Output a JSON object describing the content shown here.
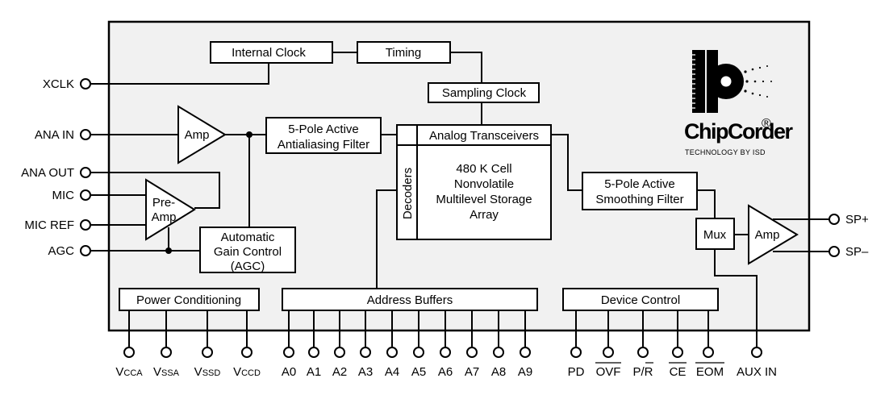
{
  "blocks": {
    "internal_clock": "Internal Clock",
    "timing": "Timing",
    "sampling_clock": "Sampling Clock",
    "antialias": [
      "5-Pole Active",
      "Antialiasing Filter"
    ],
    "analog_transceivers": "Analog Transceivers",
    "decoders": "Decoders",
    "storage_array": [
      "480 K Cell",
      "Nonvolatile",
      "Multilevel Storage",
      "Array"
    ],
    "smoothing": [
      "5-Pole Active",
      "Smoothing Filter"
    ],
    "agc": [
      "Automatic",
      "Gain Control",
      "(AGC)"
    ],
    "power": "Power Conditioning",
    "address": "Address Buffers",
    "device_control": "Device Control",
    "mux": "Mux",
    "amp_in": "Amp",
    "amp_out": "Amp",
    "preamp": [
      "Pre-",
      "Amp"
    ]
  },
  "pins_left": [
    "XCLK",
    "ANA IN",
    "ANA OUT",
    "MIC",
    "MIC REF",
    "AGC"
  ],
  "pins_right": [
    "SP+",
    "SP–"
  ],
  "pins_power": [
    {
      "main": "V",
      "sub": "CCA"
    },
    {
      "main": "V",
      "sub": "SSA"
    },
    {
      "main": "V",
      "sub": "SSD"
    },
    {
      "main": "V",
      "sub": "CCD"
    }
  ],
  "pins_address": [
    "A0",
    "A1",
    "A2",
    "A3",
    "A4",
    "A5",
    "A6",
    "A7",
    "A8",
    "A9"
  ],
  "pins_control": [
    {
      "label": "PD",
      "overline": false
    },
    {
      "label": "OVF",
      "overline": true
    },
    {
      "label": "P/R",
      "overline": "R"
    },
    {
      "label": "CE",
      "overline": true
    },
    {
      "label": "EOM",
      "overline": true
    },
    {
      "label": "AUX IN",
      "overline": false
    }
  ],
  "logo": {
    "name": "ChipCorder",
    "mark": "®",
    "tagline": "TECHNOLOGY BY ISD"
  }
}
